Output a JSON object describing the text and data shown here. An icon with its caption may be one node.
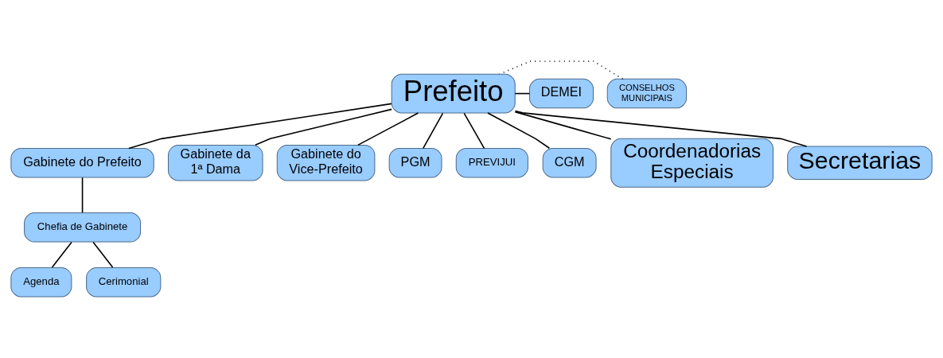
{
  "diagram": {
    "nodes": [
      {
        "text": [
          "Prefeito"
        ]
      },
      {
        "text": [
          "CONSELHOS MUNICIPAIS"
        ]
      },
      {
        "text": [
          "DEMEI"
        ]
      },
      {
        "text": [
          "Gabinete do Prefeito"
        ]
      },
      {
        "text": [
          "Gabinete da 1ª Dama"
        ]
      },
      {
        "text": [
          "Chefia de Gabinete"
        ]
      },
      {
        "text": [
          "Gabinete do Vice-Prefeito"
        ]
      },
      {
        "text": [
          "Agenda"
        ]
      },
      {
        "text": [
          "Cerimonial"
        ]
      },
      {
        "text": [
          "PGM"
        ]
      },
      {
        "text": [
          "PREVIJUI"
        ]
      },
      {
        "text": [
          "CGM"
        ]
      },
      {
        "text": [
          "Coordenadorias Especiais"
        ]
      },
      {
        "text": [
          "Secretarias"
        ]
      }
    ],
    "edges": [
      {
        "from": 1,
        "to": 0,
        "arrow": "none",
        "style": "dashed"
      },
      {
        "from": 0,
        "to": 2,
        "arrow": "none"
      },
      {
        "from": 0,
        "to": 3,
        "arrow": "none"
      },
      {
        "from": 0,
        "to": 4,
        "arrow": "none"
      },
      {
        "from": 0,
        "to": 6,
        "arrow": "none"
      },
      {
        "from": 0,
        "to": 9,
        "arrow": "none"
      },
      {
        "from": 0,
        "to": 10,
        "arrow": "none"
      },
      {
        "from": 0,
        "to": 11,
        "arrow": "none"
      },
      {
        "from": 0,
        "to": 12,
        "arrow": "none"
      },
      {
        "from": 0,
        "to": 13,
        "arrow": "none"
      },
      {
        "from": 3,
        "to": 5,
        "arrow": "none"
      },
      {
        "from": 5,
        "to": 7,
        "arrow": "none"
      },
      {
        "from": 5,
        "to": 8,
        "arrow": "none"
      }
    ]
  }
}
